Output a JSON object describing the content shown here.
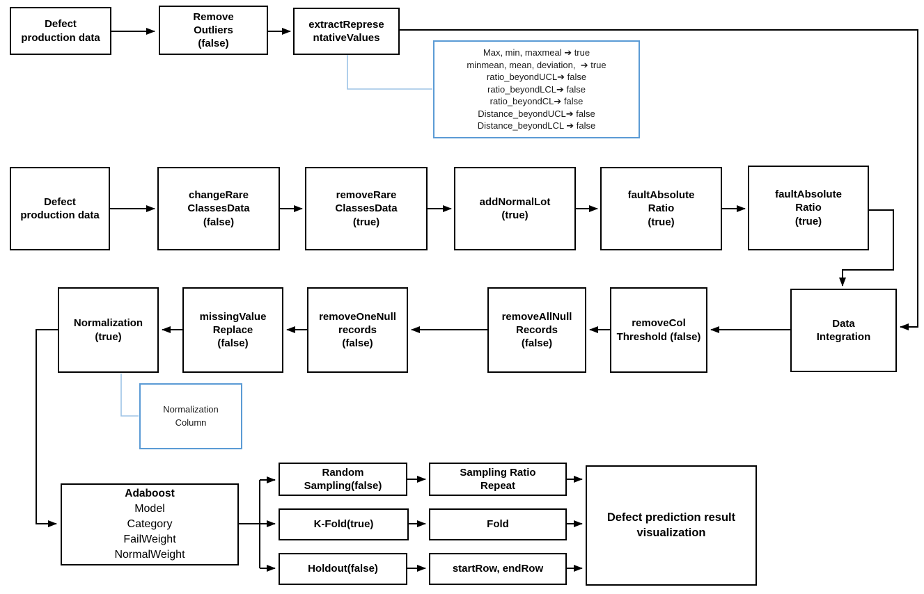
{
  "colors": {
    "box_border": "#000000",
    "accent_border": "#5B9BD5",
    "accent_line": "#9DC3E6",
    "text": "#000000"
  },
  "row1": {
    "nodes": [
      {
        "label": "Defect\nproduction data"
      },
      {
        "label": "Remove\nOutliers\n(false)"
      },
      {
        "label": "extractReprese\nntativeValues"
      }
    ]
  },
  "annotation_params": {
    "lines": [
      "Max, min, maxmeal ➔ true",
      "minmean, mean, deviation,  ➔ true",
      "ratio_beyondUCL➔ false",
      "ratio_beyondLCL➔ false",
      "ratio_beyondCL➔ false",
      "Distance_beyondUCL➔ false",
      "Distance_beyondLCL ➔ false"
    ]
  },
  "row2": {
    "nodes": [
      {
        "label": "Defect\nproduction data"
      },
      {
        "label": "changeRare\nClassesData\n(false)"
      },
      {
        "label": "removeRare\nClassesData\n(true)"
      },
      {
        "label": "addNormalLot\n(true)"
      },
      {
        "label": "faultAbsolute\nRatio\n(true)"
      },
      {
        "label": "faultAbsolute\nRatio\n(true)"
      }
    ]
  },
  "row3": {
    "nodes": [
      {
        "label": "Normalization\n(true)"
      },
      {
        "label": "missingValue\nReplace\n(false)"
      },
      {
        "label": "removeOneNull\nrecords\n(false)"
      },
      {
        "label": "removeAllNull\nRecords\n(false)"
      },
      {
        "label": "removeCol\nThreshold (false)"
      },
      {
        "label": "Data\nIntegration"
      }
    ]
  },
  "normalization_note": {
    "label": "Normalization\nColumn"
  },
  "model": {
    "title": "Adaboost",
    "params": "Model\nCategory\nFailWeight\nNormalWeight"
  },
  "sampling": {
    "methods": [
      {
        "label": "Random\nSampling(false)"
      },
      {
        "label": "K-Fold(true)"
      },
      {
        "label": "Holdout(false)"
      }
    ],
    "params": [
      {
        "label": "Sampling Ratio\nRepeat"
      },
      {
        "label": "Fold"
      },
      {
        "label": "startRow, endRow"
      }
    ]
  },
  "output": {
    "label": "Defect prediction result\nvisualization"
  }
}
